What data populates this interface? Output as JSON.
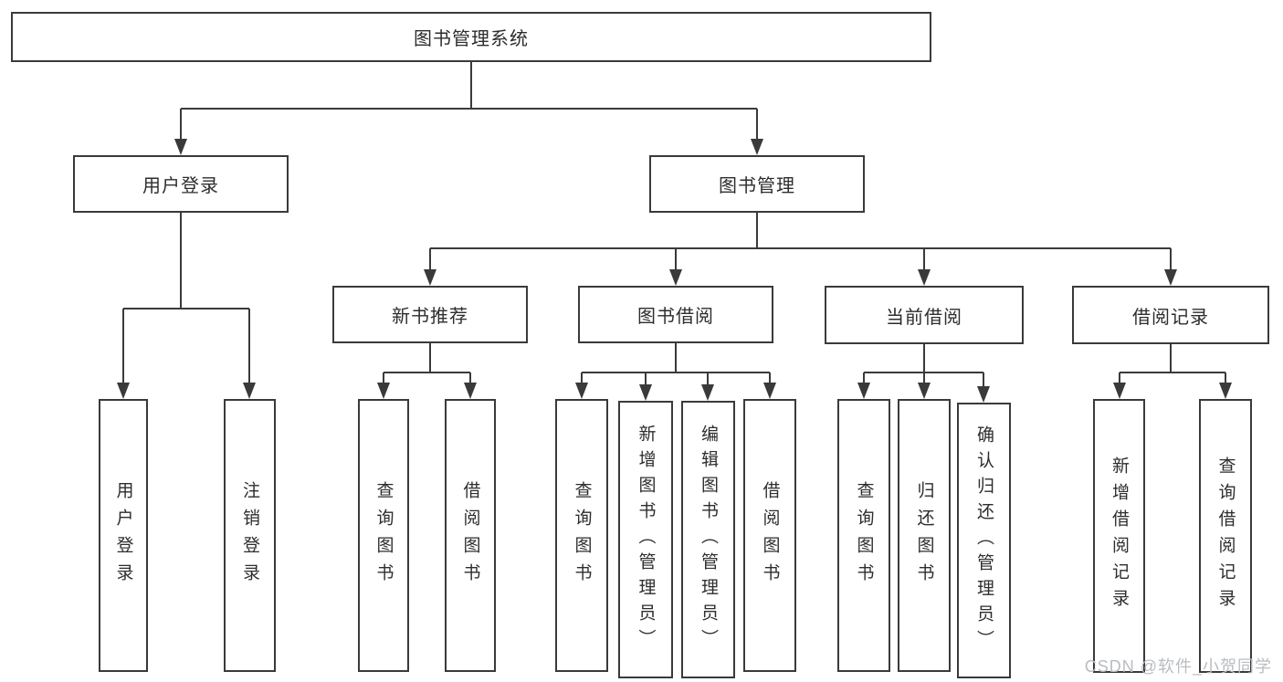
{
  "diagram": {
    "root": "图书管理系统",
    "branches": {
      "user_login": "用户登录",
      "book_management": "图书管理"
    },
    "modules": {
      "new_book_recommend": "新书推荐",
      "book_borrow": "图书借阅",
      "current_borrow": "当前借阅",
      "borrow_record": "借阅记录"
    },
    "leaves": {
      "user_login": "用户登录",
      "logout": "注销登录",
      "recommend_query_book": "查询图书",
      "recommend_borrow_book": "借阅图书",
      "borrow_query_book": "查询图书",
      "borrow_add_book": "新增图书（管理员）",
      "borrow_edit_book": "编辑图书（管理员）",
      "borrow_borrow_book": "借阅图书",
      "current_query_book": "查询图书",
      "current_return_book": "归还图书",
      "current_confirm_return": "确认归还（管理员）",
      "record_add": "新增借阅记录",
      "record_query": "查询借阅记录"
    }
  },
  "watermark": "CSDN @软件_小贺同学"
}
